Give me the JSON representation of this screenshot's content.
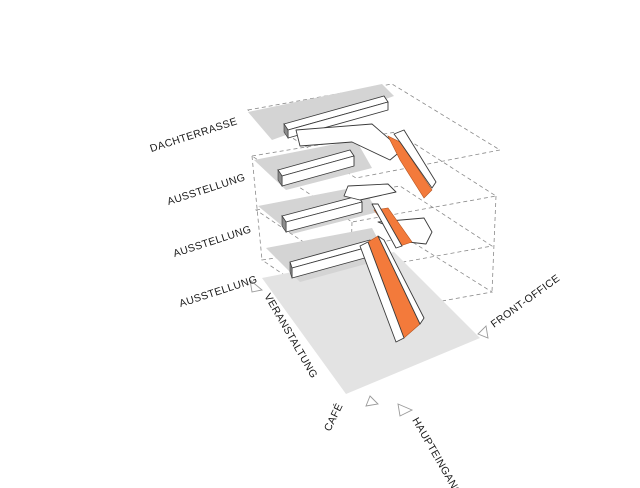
{
  "labels": {
    "dachterrasse": "DACHTERRASSE",
    "ausstellung_3": "AUSSTELLUNG",
    "ausstellung_2": "AUSSTELLUNG",
    "ausstellung_1": "AUSSTELLUNG",
    "veranstaltung": "VERANSTALTUNG",
    "front_office": "FRONT-OFFICE",
    "cafe": "CAFÉ",
    "haupteingang": "HAUPTEINGANG"
  },
  "colors": {
    "stair_accent": "#f37a3b",
    "floor_slab": "#d4d4d4",
    "ground_slab": "#e3e3e3",
    "wall_shadow": "#8c8c8c"
  }
}
